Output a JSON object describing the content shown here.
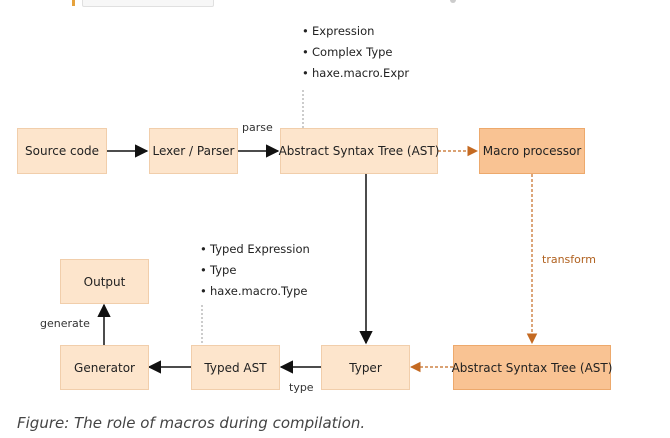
{
  "diagram": {
    "nodes": {
      "source_code": "Source code",
      "lexer_parser": "Lexer / Parser",
      "ast": "Abstract Syntax Tree (AST)",
      "macro_processor": "Macro processor",
      "ast_transformed": "Abstract Syntax Tree (AST)",
      "typer": "Typer",
      "typed_ast": "Typed AST",
      "generator": "Generator",
      "output": "Output"
    },
    "edge_labels": {
      "parse": "parse",
      "transform": "transform",
      "type": "type",
      "generate": "generate"
    },
    "annotations": {
      "ast_types": [
        "Expression",
        "Complex Type",
        "haxe.macro.Expr"
      ],
      "typed_types": [
        "Typed Expression",
        "Type",
        "haxe.macro.Type"
      ]
    },
    "colors": {
      "light_box": "#fde5cc",
      "dark_box": "#f9c393",
      "solid_arrow": "#111111",
      "dashed_arrow": "#c46a22"
    }
  },
  "caption": "Figure: The role of macros during compilation."
}
